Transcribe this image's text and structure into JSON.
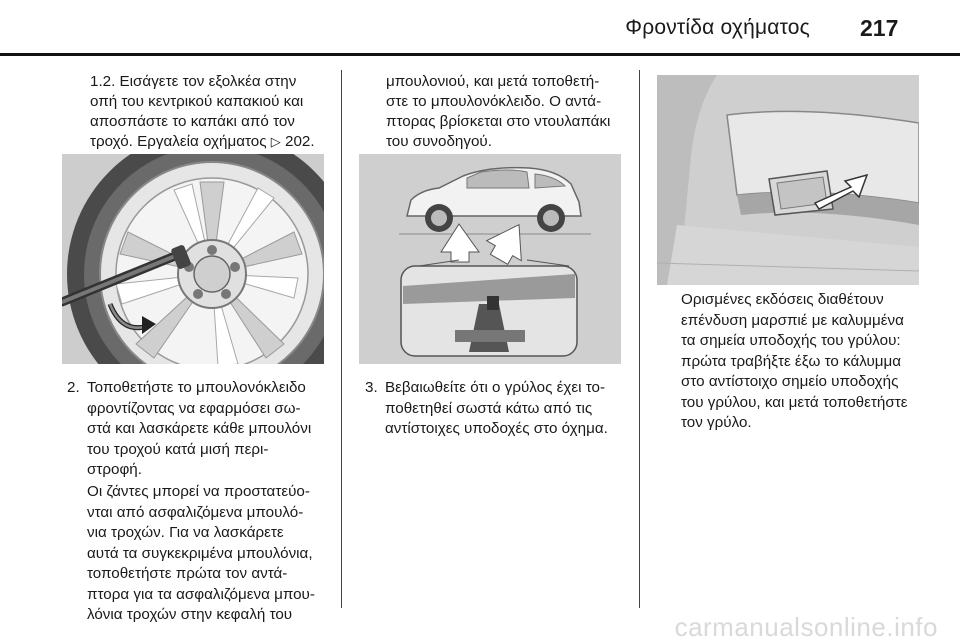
{
  "header": {
    "title": "Φροντίδα οχήματος",
    "page_number": "217"
  },
  "col1": {
    "intro_1": "1.2. Εισάγετε τον εξολκέα στην",
    "intro_2": "οπή του κεντρικού καπακιού και",
    "intro_3": "αποσπάστε το καπάκι από τον",
    "intro_4a": "τροχό. Εργαλεία οχήματος ",
    "intro_4_icon": "▷",
    "intro_4b": " 202.",
    "step2_num": "2.",
    "step2_lines": [
      "Τοποθετήστε το μπουλονόκλειδο",
      "φροντίζοντας να εφαρμόσει σω-",
      "στά και λασκάρετε κάθε μπουλόνι",
      "του τροχού κατά μισή περι-",
      "στροφή."
    ],
    "note_lines": [
      "Οι ζάντες μπορεί να προστατεύο-",
      "νται από ασφαλιζόμενα μπουλό-",
      "νια τροχών. Για να λασκάρετε",
      "αυτά τα συγκεκριμένα μπουλόνια,",
      "τοποθετήστε πρώτα τον αντά-",
      "πτορα για τα ασφαλιζόμενα μπου-",
      "λόνια τροχών στην κεφαλή του"
    ]
  },
  "col2": {
    "intro_lines": [
      "μπουλονιού, και μετά τοποθετή-",
      "στε το μπουλονόκλειδο. Ο αντά-",
      "πτορας βρίσκεται στο ντουλαπάκι",
      "του συνοδηγού."
    ],
    "step3_num": "3.",
    "step3_lines": [
      "Βεβαιωθείτε ότι ο γρύλος έχει το-",
      "ποθετηθεί σωστά κάτω από τις",
      "αντίστοιχες υποδοχές στο όχημα."
    ]
  },
  "col3": {
    "text_lines": [
      "Ορισμένες εκδόσεις διαθέτουν",
      "επένδυση μαρσπιέ με καλυμμένα",
      "τα σημεία υποδοχής του γρύλου:",
      "πρώτα τραβήξτε έξω το κάλυμμα",
      "στο αντίστοιχο σημείο υποδοχής",
      "του γρύλου, και μετά τοποθετήστε",
      "τον γρύλο."
    ]
  },
  "watermark": "carmanualsonline.info"
}
